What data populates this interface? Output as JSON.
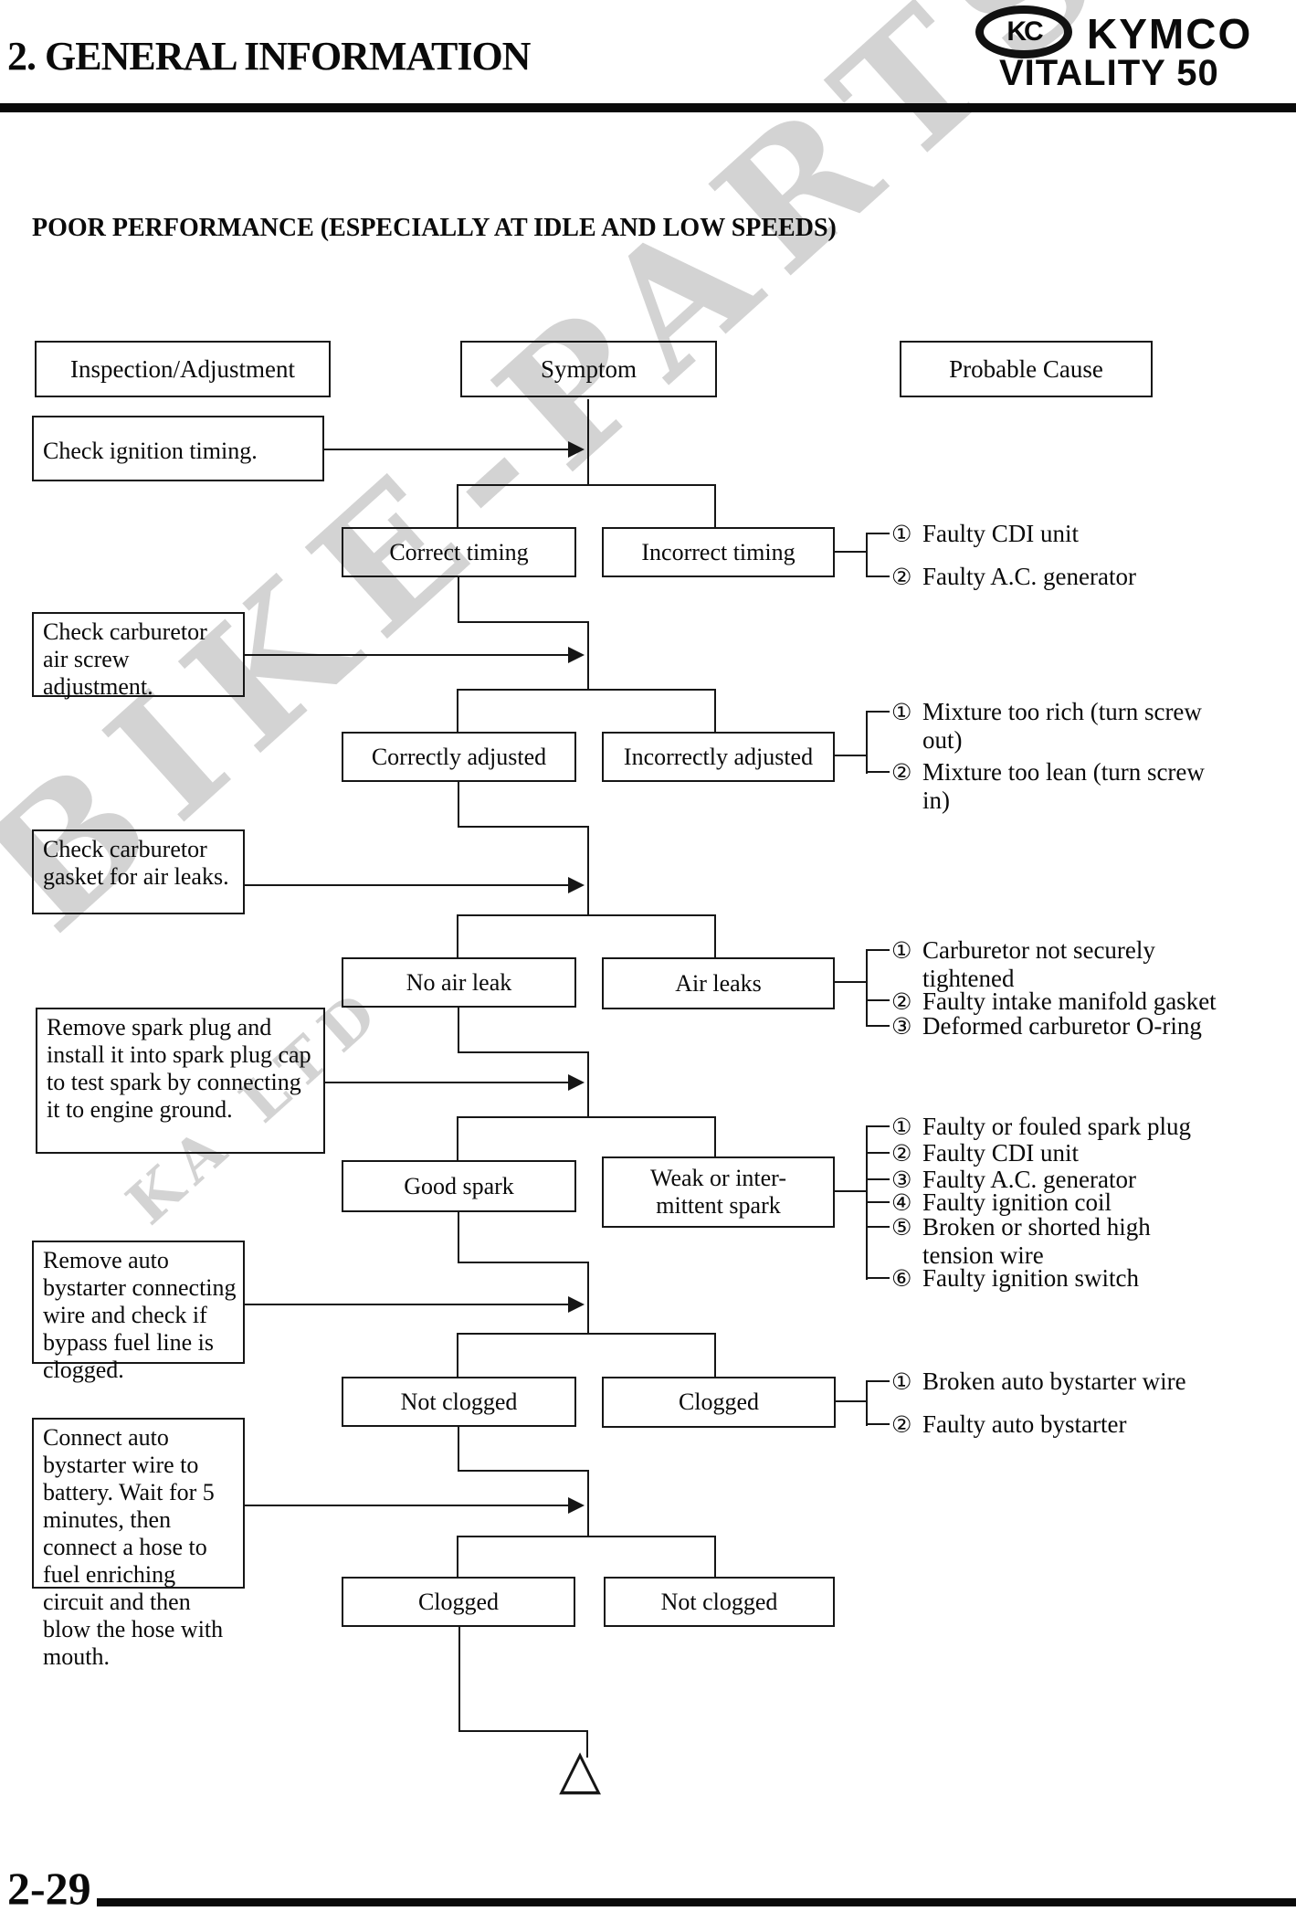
{
  "header": {
    "section_title": "2. GENERAL INFORMATION",
    "brand": "KYMCO",
    "model": "VITALITY 50",
    "logo_text": "KC"
  },
  "page_title": "POOR PERFORMANCE (ESPECIALLY AT IDLE AND LOW SPEEDS)",
  "columns": {
    "inspection": "Inspection/Adjustment",
    "symptom": "Symptom",
    "cause": "Probable Cause"
  },
  "watermark": {
    "text": "BIKE-PARTS",
    "subtext": "KA LTD"
  },
  "continuation_symbol": "△",
  "footer": {
    "page_number": "2-29"
  },
  "rows": [
    {
      "inspection": "Check ignition timing.",
      "pass": "Correct timing",
      "fail": "Incorrect timing",
      "causes": [
        {
          "num": "①",
          "text": "Faulty CDI unit"
        },
        {
          "num": "②",
          "text": "Faulty A.C. generator"
        }
      ]
    },
    {
      "inspection": "Check carburetor air screw adjustment.",
      "pass": "Correctly adjusted",
      "fail": "Incorrectly adjusted",
      "causes": [
        {
          "num": "①",
          "text": "Mixture too rich (turn screw\nout)"
        },
        {
          "num": "②",
          "text": "Mixture too lean (turn screw\nin)"
        }
      ]
    },
    {
      "inspection": "Check carburetor gasket for air leaks.",
      "pass": "No air leak",
      "fail": "Air leaks",
      "causes": [
        {
          "num": "①",
          "text": "Carburetor not securely\ntightened"
        },
        {
          "num": "②",
          "text": "Faulty intake manifold gasket"
        },
        {
          "num": "③",
          "text": "Deformed carburetor O-ring"
        }
      ]
    },
    {
      "inspection": "Remove spark plug and install it into spark plug cap to test spark by connecting it to engine ground.",
      "pass": "Good spark",
      "fail": "Weak or inter-\nmittent spark",
      "causes": [
        {
          "num": "①",
          "text": "Faulty or fouled spark plug"
        },
        {
          "num": "②",
          "text": "Faulty CDI unit"
        },
        {
          "num": "③",
          "text": "Faulty A.C. generator"
        },
        {
          "num": "④",
          "text": "Faulty ignition coil"
        },
        {
          "num": "⑤",
          "text": "Broken or shorted high\ntension wire"
        },
        {
          "num": "⑥",
          "text": "Faulty ignition switch"
        }
      ]
    },
    {
      "inspection": "Remove auto bystarter connecting wire and check if bypass fuel line is clogged.",
      "pass": "Not clogged",
      "fail": "Clogged",
      "causes": [
        {
          "num": "①",
          "text": "Broken auto bystarter wire"
        },
        {
          "num": "②",
          "text": "Faulty auto bystarter"
        }
      ]
    },
    {
      "inspection": "Connect auto bystarter wire to battery. Wait for 5 minutes, then connect a hose to fuel enriching circuit and then blow the hose with mouth.",
      "pass": "Clogged",
      "fail": "Not clogged",
      "causes": []
    }
  ]
}
